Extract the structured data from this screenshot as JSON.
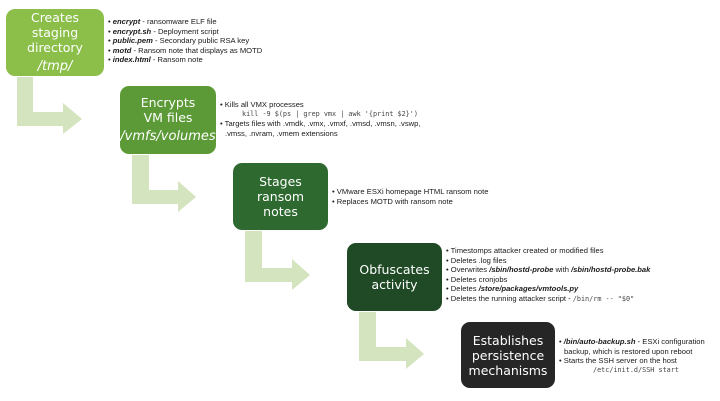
{
  "colors": {
    "step1": "#8bbf4a",
    "step2": "#5b9a36",
    "step3": "#2e6a30",
    "step4": "#1f4a25",
    "step5": "#262626",
    "arrow": "#d4e4bf"
  },
  "steps": [
    {
      "title": "Creates staging directory",
      "path": "/tmp/",
      "notes": [
        {
          "bold": "encrypt",
          "text": " - ransomware ELF file"
        },
        {
          "bold": "encrypt.sh",
          "text": " - Deployment script"
        },
        {
          "bold": "public.pem",
          "text": " - Secondary public RSA key"
        },
        {
          "bold": "motd",
          "text": " - Ransom note that displays as MOTD"
        },
        {
          "bold": "index.html",
          "text": " - Ransom note"
        }
      ]
    },
    {
      "title": "Encrypts VM files",
      "path": "/vmfs/volumes",
      "notes": [
        {
          "text": "Kills all VMX processes",
          "code": "kill -9 $(ps | grep vmx | awk '{print $2}')"
        },
        {
          "text": "Targets files with .vmdk, .vmx, .vmxf, .vmsd, .vmsn, .vswp,",
          "cont": ".vmss, .nvram, .vmem extensions"
        }
      ]
    },
    {
      "title": "Stages ransom notes",
      "notes": [
        {
          "text": "VMware ESXi homepage HTML ransom note"
        },
        {
          "text": "Replaces MOTD with ransom note"
        }
      ]
    },
    {
      "title": "Obfuscates activity",
      "notes": [
        {
          "text": "Timestomps attacker created or modified files"
        },
        {
          "text": "Deletes .log files"
        },
        {
          "pre": "Overwrites ",
          "bold": "/sbin/hostd-probe",
          "mid": " with ",
          "bold2": "/sbin/hostd-probe.bak"
        },
        {
          "text": "Deletes cronjobs"
        },
        {
          "pre": "Deletes ",
          "bold": "/store/packages/vmtools.py"
        },
        {
          "pre": "Deletes the running attacker script - ",
          "code": "/bin/rm -- \"$0\""
        }
      ]
    },
    {
      "title": "Establishes persistence mechanisms",
      "notes": [
        {
          "bold": "/bin/auto-backup.sh",
          "text": " - ESXi configuration",
          "cont": "backup, which is restored upon reboot"
        },
        {
          "text": "Starts the SSH server on the host",
          "code": "/etc/init.d/SSH start"
        }
      ]
    }
  ],
  "bullet": "•"
}
